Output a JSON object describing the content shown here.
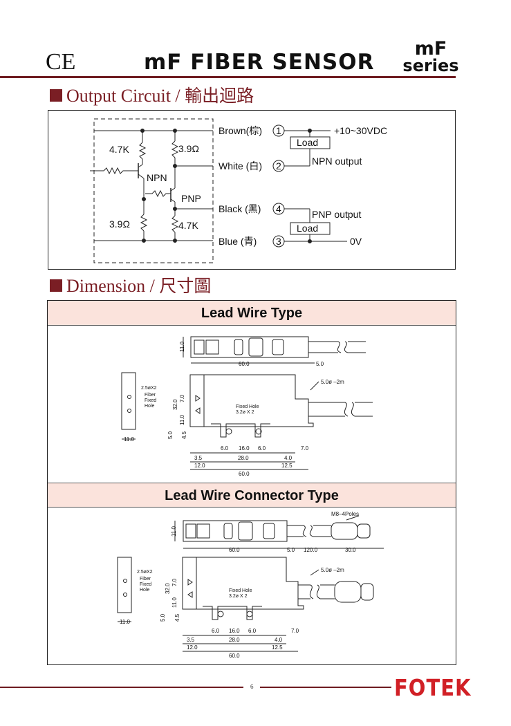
{
  "header": {
    "ce_mark": "CE",
    "title": "mF FIBER SENSOR",
    "series_top": "mF",
    "series_bottom": "series"
  },
  "output_circuit": {
    "heading": "Output Circuit / ",
    "heading_zh": "輸出迴路",
    "resistor_top_left": "4.7K",
    "resistor_top_right": "3.9Ω",
    "npn_label": "NPN",
    "pnp_label": "PNP",
    "resistor_bottom_left": "3.9Ω",
    "resistor_bottom_right": "4.7K",
    "wires": [
      {
        "label": "Brown(棕)",
        "num": "1"
      },
      {
        "label": "White (白)",
        "num": "2"
      },
      {
        "label": "Black (黑)",
        "num": "4"
      },
      {
        "label": "Blue  (青)",
        "num": "3"
      }
    ],
    "supply": "+10~30VDC",
    "load": "Load",
    "npn_output": "NPN output",
    "pnp_output": "PNP output",
    "ground": "0V"
  },
  "dimension": {
    "heading": "Dimension / ",
    "heading_zh": "尺寸圖",
    "lead_wire": {
      "title": "Lead Wire Type",
      "dims": {
        "height": "11.0",
        "length": "60.0",
        "cable_gap": "5.0",
        "cable": "5.0ø  –2m",
        "hole_note": "2.5øX2",
        "hole_label": [
          "Fiber",
          "Fixed",
          "Hole"
        ],
        "side_width": "11.0",
        "body_height": "32.0",
        "seven": "7.0",
        "eleven": "11.0",
        "five": "5.0",
        "four_five": "4.5",
        "fixed_hole": "Fixed  Hole",
        "fixed_hole_size": "3.2ø  X  2",
        "six_a": "6.0",
        "sixteen": "16.0",
        "six_b": "6.0",
        "seven_b": "7.0",
        "three_five": "3.5",
        "twenty_eight": "28.0",
        "four": "4.0",
        "twelve": "12.0",
        "twelve_five": "12.5",
        "sixty": "60.0"
      }
    },
    "connector": {
      "title": "Lead Wire Connector Type",
      "connector_label": "M8–4Poles",
      "cable_len": "120.0",
      "conn_len": "30.0"
    }
  },
  "footer": {
    "page": "6",
    "brand": "FOTEK"
  },
  "colors": {
    "accent": "#7a1e24",
    "title_bg": "#fbe3dc",
    "brand": "#d12026"
  }
}
